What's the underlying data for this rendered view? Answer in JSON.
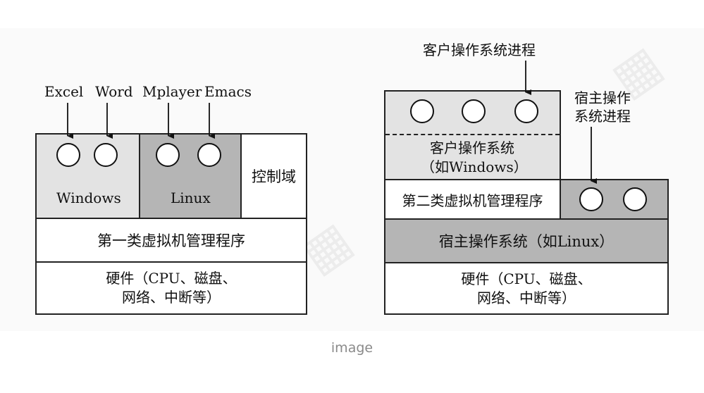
{
  "left": {
    "apps": [
      "Excel",
      "Word",
      "Mplayer",
      "Emacs"
    ],
    "windows_label": "Windows",
    "linux_label": "Linux",
    "control_domain": "控制域",
    "hypervisor": "第一类虚拟机管理程序",
    "hardware_line1": "硬件（CPU、磁盘、",
    "hardware_line2": "网络、中断等）"
  },
  "right": {
    "guest_process_label": "客户操作系统进程",
    "host_process_line1": "宿主操作",
    "host_process_line2": "系统进程",
    "guest_os_line1": "客户操作系统",
    "guest_os_line2": "（如Windows）",
    "hypervisor": "第二类虚拟机管理程序",
    "host_os": "宿主操作系统（如Linux）",
    "hardware_line1": "硬件（CPU、磁盘、",
    "hardware_line2": "网络、中断等）"
  },
  "caption": "image",
  "colors": {
    "light_gray": "#e3e3e3",
    "mid_gray": "#b5b5b5",
    "white": "#ffffff"
  }
}
